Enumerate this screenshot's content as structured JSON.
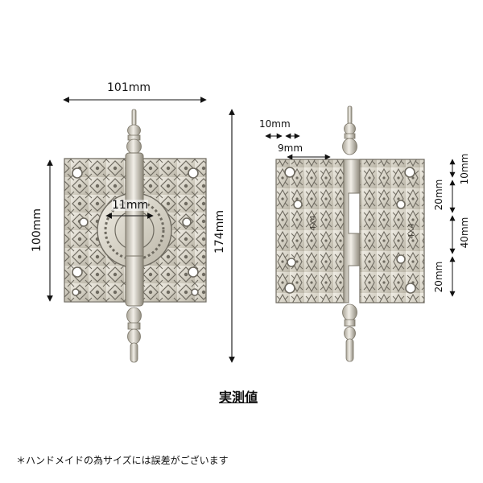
{
  "front": {
    "width_label": "101mm",
    "height_label": "100mm",
    "total_height_label": "174mm",
    "knuckle_label": "11mm"
  },
  "side": {
    "top_small_label": "10mm",
    "top_sub_label": "9mm",
    "right_top_label": "10mm",
    "seg1_label": "20mm",
    "seg2_label": "40mm",
    "seg3_label": "20mm",
    "stamp_text": "4X4"
  },
  "caption": "実測値",
  "note": "＊ハンドメイドの為サイズには誤差がございます",
  "colors": {
    "metal": "#d8d4c8",
    "metal_dark": "#6e6a60",
    "metal_light": "#efece4"
  }
}
